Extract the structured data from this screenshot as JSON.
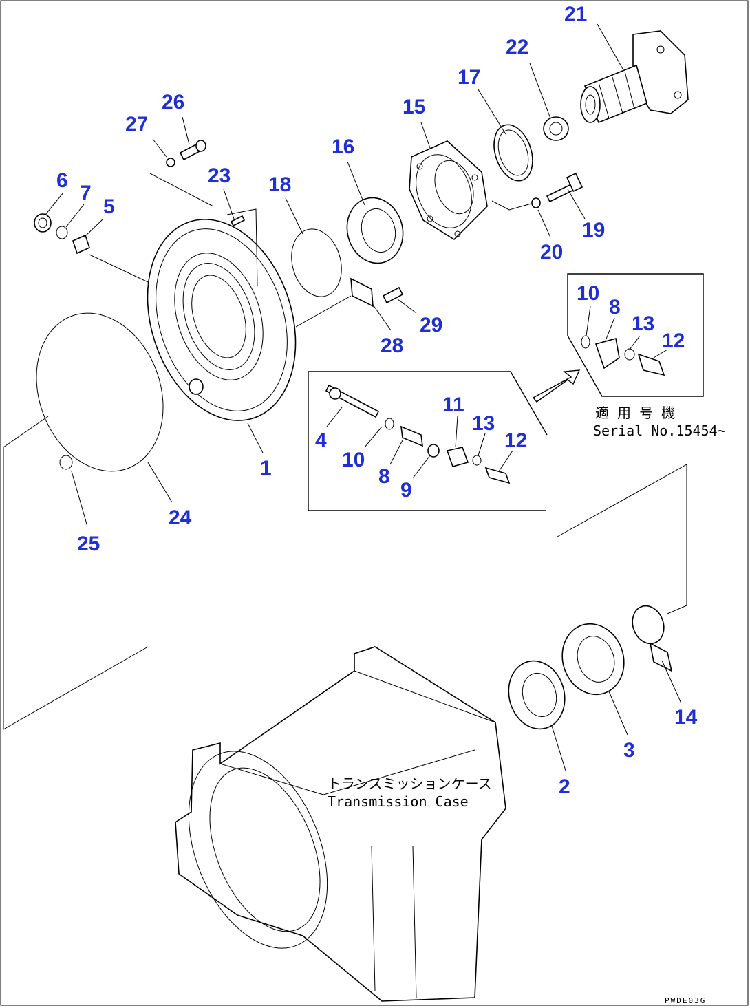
{
  "callouts": [
    {
      "id": "c21",
      "label": "21"
    },
    {
      "id": "c22",
      "label": "22"
    },
    {
      "id": "c17",
      "label": "17"
    },
    {
      "id": "c15",
      "label": "15"
    },
    {
      "id": "c16",
      "label": "16"
    },
    {
      "id": "c26",
      "label": "26"
    },
    {
      "id": "c27",
      "label": "27"
    },
    {
      "id": "c23",
      "label": "23"
    },
    {
      "id": "c18",
      "label": "18"
    },
    {
      "id": "c6",
      "label": "6"
    },
    {
      "id": "c7",
      "label": "7"
    },
    {
      "id": "c5",
      "label": "5"
    },
    {
      "id": "c19",
      "label": "19"
    },
    {
      "id": "c20",
      "label": "20"
    },
    {
      "id": "c29",
      "label": "29"
    },
    {
      "id": "c28",
      "label": "28"
    },
    {
      "id": "c10a",
      "label": "10"
    },
    {
      "id": "c8a",
      "label": "8"
    },
    {
      "id": "c13a",
      "label": "13"
    },
    {
      "id": "c12a",
      "label": "12"
    },
    {
      "id": "c11",
      "label": "11"
    },
    {
      "id": "c13b",
      "label": "13"
    },
    {
      "id": "c12b",
      "label": "12"
    },
    {
      "id": "c4",
      "label": "4"
    },
    {
      "id": "c10b",
      "label": "10"
    },
    {
      "id": "c8b",
      "label": "8"
    },
    {
      "id": "c9",
      "label": "9"
    },
    {
      "id": "c1",
      "label": "1"
    },
    {
      "id": "c24",
      "label": "24"
    },
    {
      "id": "c25",
      "label": "25"
    },
    {
      "id": "c14",
      "label": "14"
    },
    {
      "id": "c3",
      "label": "3"
    },
    {
      "id": "c2",
      "label": "2"
    }
  ],
  "notes": {
    "serial_jp": "適 用 号 機",
    "serial_en": "Serial No.15454~",
    "case_jp": "トランスミッションケース",
    "case_en": "Transmission Case"
  },
  "drawing_code": "PWDE03G",
  "colors": {
    "callout": "#1f2fd6",
    "line": "#000000",
    "background": "#ffffff"
  }
}
